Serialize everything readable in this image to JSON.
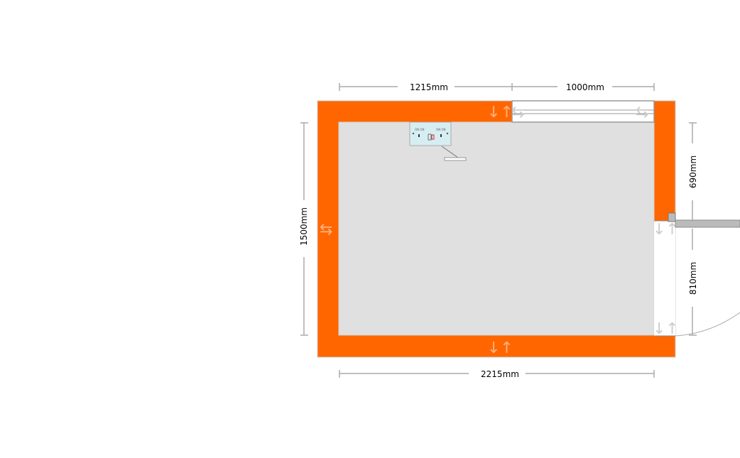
{
  "colors": {
    "wall": "#ff6600",
    "floor": "#e0e0e0",
    "dimension_line": "#aaaaaa",
    "frame_grey": "#999999"
  },
  "dimensions": {
    "top_left": "1215mm",
    "top_right": "1000mm",
    "left": "1500mm",
    "right_upper": "690mm",
    "right_lower": "810mm",
    "bottom": "2215mm"
  },
  "icons": {
    "socket": "double-socket-icon",
    "door": "door-swing-icon",
    "window": "window-icon",
    "wall_arrow": "wall-resize-arrow-icon"
  }
}
